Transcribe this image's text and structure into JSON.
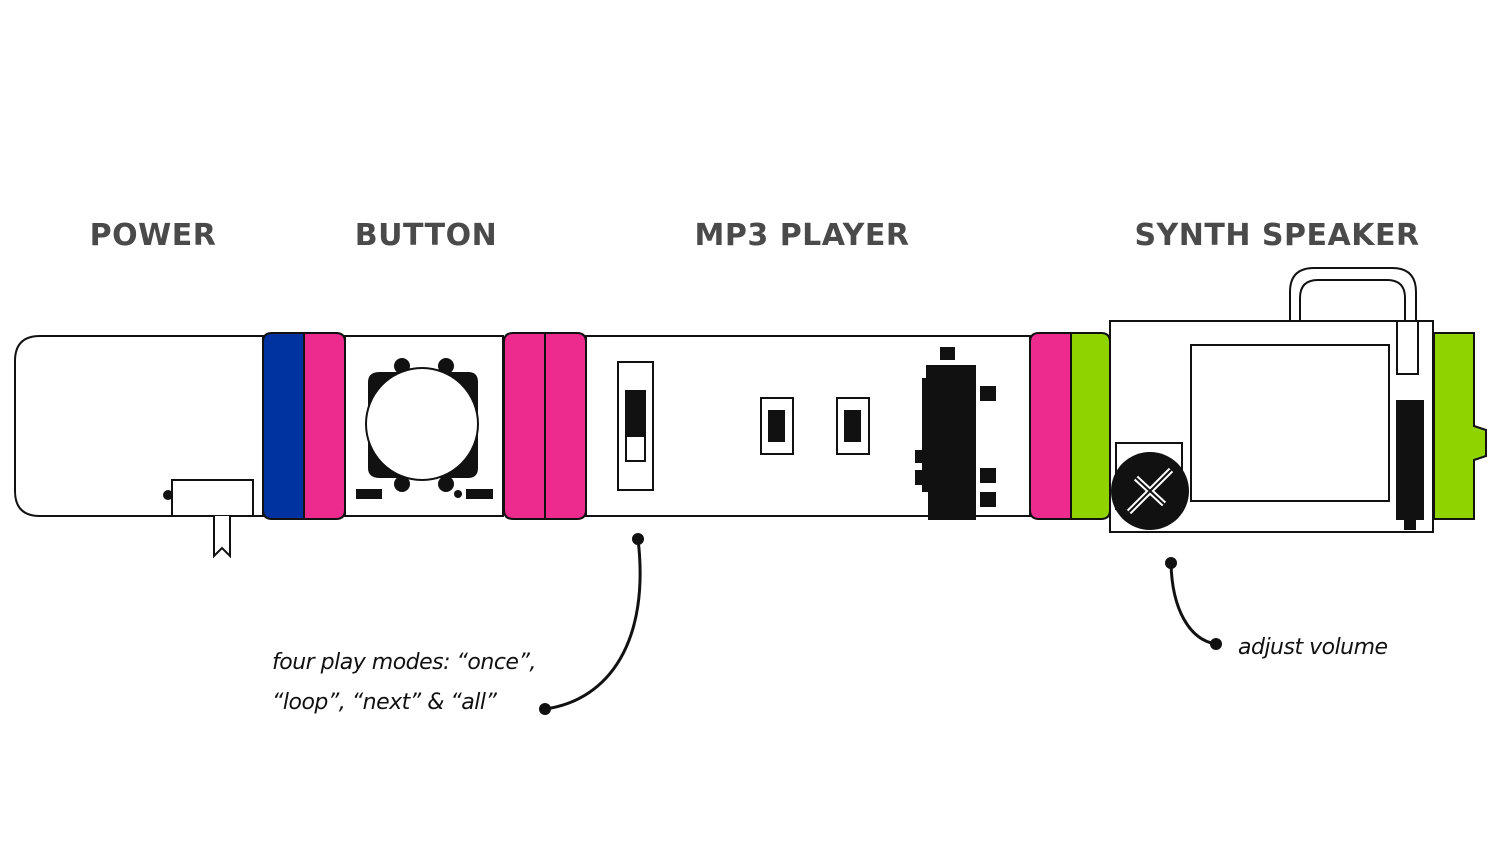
{
  "modules": {
    "power": {
      "label": "POWER"
    },
    "button": {
      "label": "BUTTON"
    },
    "mp3": {
      "label": "MP3 PLAYER"
    },
    "synth": {
      "label": "SYNTH SPEAKER"
    }
  },
  "annotations": {
    "play_modes": {
      "line1": "four play modes: “once”,",
      "line2": "“loop”, “next” & “all”"
    },
    "volume": {
      "text": "adjust volume"
    }
  },
  "colors": {
    "power_blue": "#0033a0",
    "signal_pink": "#ed2a8e",
    "output_green": "#8fd400",
    "outline": "#111111",
    "label_gray": "#4a4a4a"
  }
}
